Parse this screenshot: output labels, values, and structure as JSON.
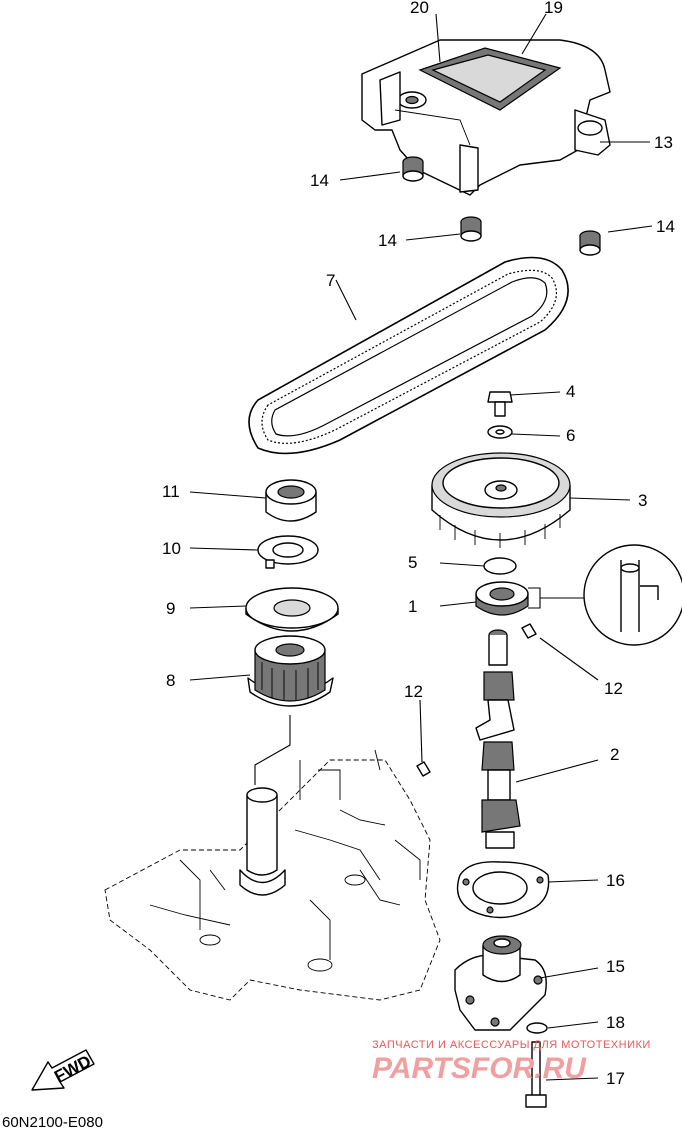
{
  "diagram": {
    "drawing_code": "60N2100-E080",
    "fwd_label": "FWD",
    "watermark": {
      "line1": "ЗАПЧАСТИ И АКСЕССУАРЫ ДЛЯ МОТОТЕХНИКИ",
      "line2": "PARTSFOR.RU"
    },
    "callouts": {
      "c20": "20",
      "c19": "19",
      "c13": "13",
      "c14a": "14",
      "c14b": "14",
      "c14c": "14",
      "c7": "7",
      "c4": "4",
      "c6": "6",
      "c3": "3",
      "c11": "11",
      "c10": "10",
      "c5": "5",
      "c9": "9",
      "c1": "1",
      "c8": "8",
      "c12a": "12",
      "c12b": "12",
      "c2": "2",
      "c16": "16",
      "c15": "15",
      "c18": "18",
      "c17": "17"
    }
  }
}
